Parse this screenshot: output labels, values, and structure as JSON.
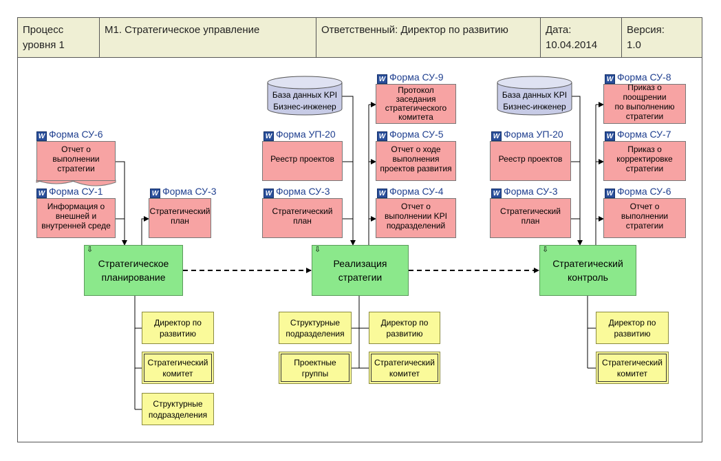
{
  "header": {
    "level_line1": "Процесс",
    "level_line2": "уровня 1",
    "process": "М1.  Стратегическое управление",
    "owner": "Ответственный: Директор по развитию",
    "date_label": "Дата:",
    "date_value": "10.04.2014",
    "version_label": "Версия:",
    "version_value": "1.0"
  },
  "icons": {
    "form_icon": "word-document-icon",
    "start_arrow": "⇩",
    "word_letter": "W"
  },
  "colors": {
    "document": "#f7a3a3",
    "process": "#8be88b",
    "role": "#fafa9a",
    "database": "#c7cbe6",
    "header": "#efefd4",
    "form_label": "#1f3f8f"
  },
  "documents": {
    "su6_left": {
      "label": "Форма СУ-6",
      "lines": [
        "Отчет о",
        "выполнении",
        "стратегии"
      ]
    },
    "su1": {
      "label": "Форма СУ-1",
      "lines": [
        "Информация о",
        "внешней и",
        "внутренней среде"
      ]
    },
    "su3_left": {
      "label": "Форма СУ-3",
      "lines": [
        "Стратегический",
        "план"
      ]
    },
    "up20_mid": {
      "label": "Форма УП-20",
      "lines": [
        "Реестр проектов"
      ]
    },
    "su3_mid": {
      "label": "Форма СУ-3",
      "lines": [
        "Стратегический",
        "план"
      ]
    },
    "su9": {
      "label": "Форма СУ-9",
      "lines": [
        "Протокол",
        "заседания",
        "стратегического",
        "комитета"
      ]
    },
    "su5": {
      "label": "Форма СУ-5",
      "lines": [
        "Отчет о ходе",
        "выполнения",
        "проектов развития"
      ]
    },
    "su4": {
      "label": "Форма СУ-4",
      "lines": [
        "Отчет о",
        "выполнении KPI",
        "подразделений"
      ]
    },
    "up20_right": {
      "label": "Форма УП-20",
      "lines": [
        "Реестр проектов"
      ]
    },
    "su3_right": {
      "label": "Форма СУ-3",
      "lines": [
        "Стратегический",
        "план"
      ]
    },
    "su8": {
      "label": "Форма СУ-8",
      "lines": [
        "Приказ о поощрении",
        "по выполнению",
        "стратегии"
      ]
    },
    "su7": {
      "label": "Форма СУ-7",
      "lines": [
        "Приказ о",
        "корректировке",
        "стратегии"
      ]
    },
    "su6_right": {
      "label": "Форма СУ-6",
      "lines": [
        "Отчет о",
        "выполнении",
        "стратегии"
      ]
    }
  },
  "databases": {
    "mid": {
      "line1": "База данных KPI",
      "line2": "Бизнес-инженер"
    },
    "right": {
      "line1": "База данных KPI",
      "line2": "Бизнес-инженер"
    }
  },
  "processes": {
    "planning": {
      "line1": "Стратегическое",
      "line2": "планирование"
    },
    "realization": {
      "line1": "Реализация",
      "line2": "стратегии"
    },
    "control": {
      "line1": "Стратегический",
      "line2": "контроль"
    }
  },
  "roles": {
    "left_director": {
      "line1": "Директор по",
      "line2": "развитию"
    },
    "left_committee": {
      "line1": "Стратегический",
      "line2": "комитет"
    },
    "left_units": {
      "line1": "Структурные",
      "line2": "подразделения"
    },
    "mid_units": {
      "line1": "Структурные",
      "line2": "подразделения"
    },
    "mid_director": {
      "line1": "Директор по",
      "line2": "развитию"
    },
    "mid_groups": {
      "line1": "Проектные",
      "line2": "группы"
    },
    "mid_committee": {
      "line1": "Стратегический",
      "line2": "комитет"
    },
    "right_director": {
      "line1": "Директор по",
      "line2": "развитию"
    },
    "right_committee": {
      "line1": "Стратегический",
      "line2": "комитет"
    }
  }
}
